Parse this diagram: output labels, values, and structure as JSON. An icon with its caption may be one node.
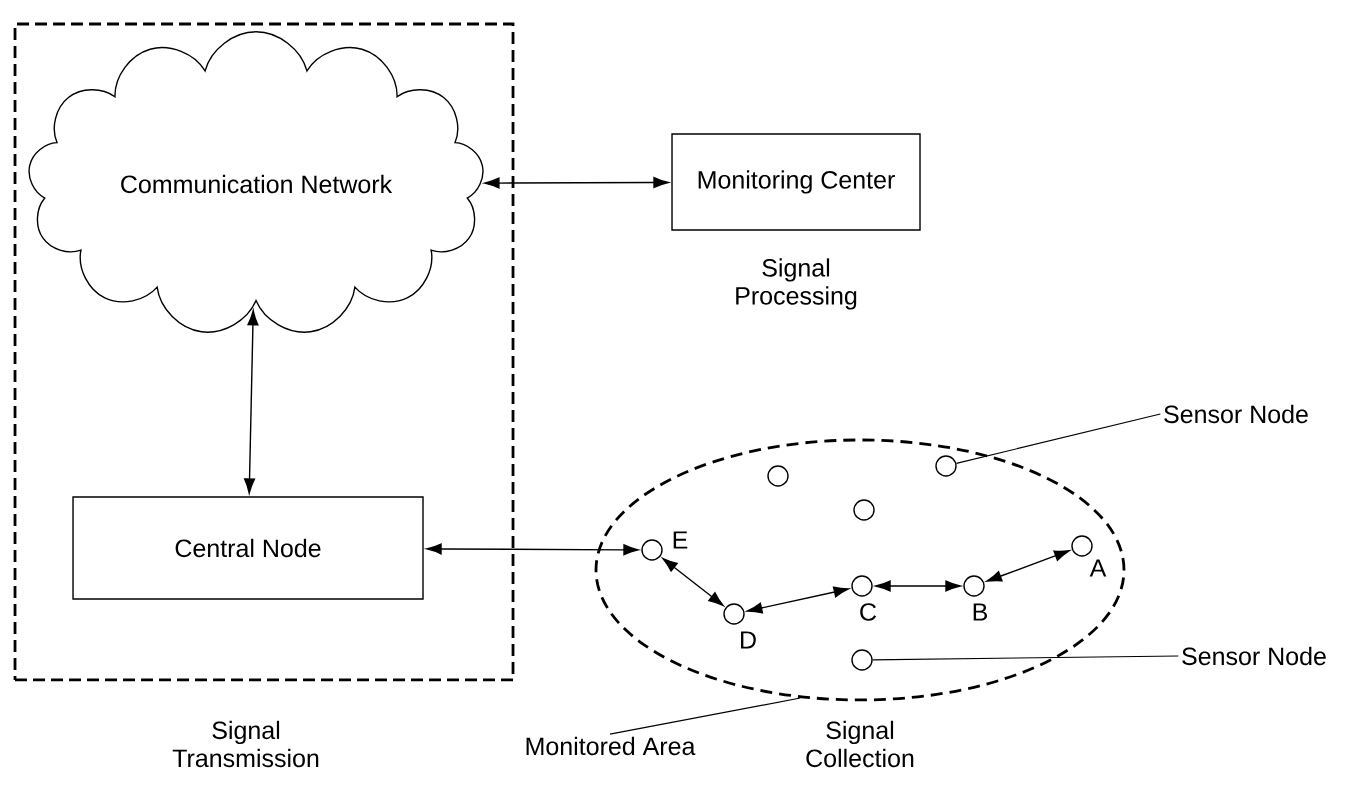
{
  "diagram": {
    "nodes": [
      {
        "text": [],
        "shape": "box",
        "beside": [
          "Signal Transmission"
        ]
      },
      {
        "text": [
          "Communication Network"
        ],
        "in": 0
      },
      {
        "text": [
          "Monitoring Center"
        ],
        "beside": [
          "Signal Processing"
        ]
      },
      {
        "text": [
          "Central Node"
        ],
        "in": 0
      },
      {
        "text": [],
        "shape": "ellipse",
        "beside": [
          "Signal Collection"
        ]
      },
      {
        "text": [
          "Monitored Area"
        ]
      },
      {
        "text": [],
        "shape": "circle",
        "in": 4
      },
      {
        "text": [],
        "shape": "circle",
        "in": 4
      },
      {
        "text": [],
        "shape": "circle",
        "in": 4
      },
      {
        "text": [],
        "shape": "circle",
        "in": 4,
        "beside": [
          "E"
        ]
      },
      {
        "text": [],
        "shape": "circle",
        "in": 4,
        "beside": [
          "A"
        ]
      },
      {
        "text": [],
        "shape": "circle",
        "in": 4,
        "beside": [
          "C"
        ]
      },
      {
        "text": [],
        "shape": "circle",
        "in": 4,
        "beside": [
          "B"
        ]
      },
      {
        "text": [],
        "shape": "circle",
        "in": 4,
        "beside": [
          "D"
        ]
      },
      {
        "text": [],
        "shape": "circle",
        "in": 4
      },
      {
        "text": [
          "Sensor Node"
        ]
      },
      {
        "text": [
          "Sensor Node"
        ]
      }
    ],
    "edges": [
      {
        "from": 1,
        "to": 2,
        "arrow": "both"
      },
      {
        "from": 1,
        "to": 3,
        "arrow": "both"
      },
      {
        "from": 3,
        "to": 9,
        "arrow": "both"
      },
      {
        "from": 9,
        "to": 13,
        "arrow": "both"
      },
      {
        "from": 13,
        "to": 11,
        "arrow": "both"
      },
      {
        "from": 11,
        "to": 12,
        "arrow": "both"
      },
      {
        "from": 12,
        "to": 10,
        "arrow": "both"
      },
      {
        "from": 15,
        "to": 8,
        "arrow": "none"
      },
      {
        "from": 16,
        "to": 14,
        "arrow": "none"
      },
      {
        "from": 5,
        "to": 4,
        "arrow": "none"
      }
    ]
  }
}
